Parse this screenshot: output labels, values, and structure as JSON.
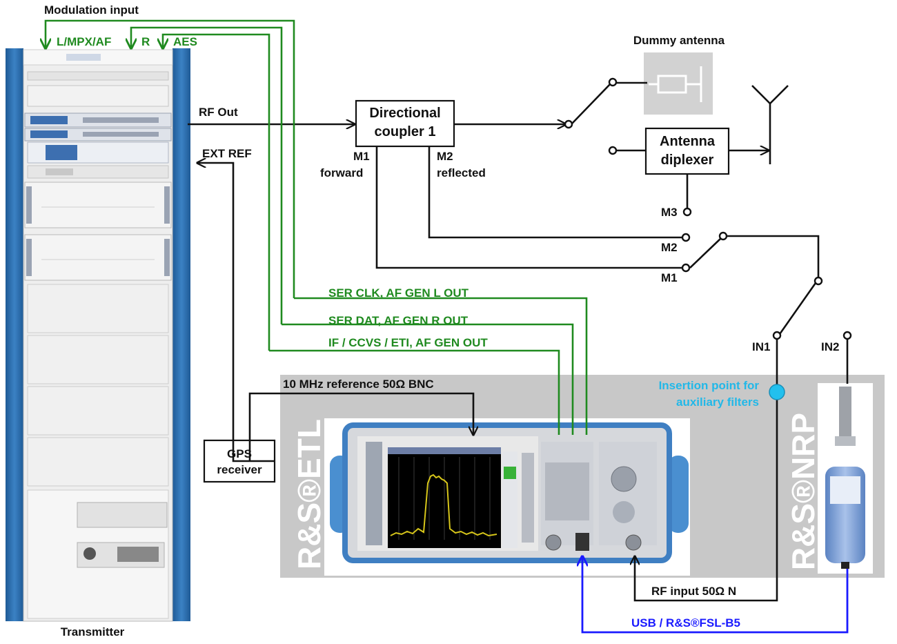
{
  "labels": {
    "modulation_input": "Modulation input",
    "l_mpx_af": "L/MPX/AF",
    "r": "R",
    "aes": "AES",
    "rf_out": "RF Out",
    "ext_ref": "EXT REF",
    "transmitter": "Transmitter",
    "gps_line1": "GPS",
    "gps_line2": "receiver",
    "coupler_line1": "Directional",
    "coupler_line2": "coupler 1",
    "m1": "M1",
    "forward": "forward",
    "m2": "M2",
    "reflected": "reflected",
    "dummy_antenna": "Dummy antenna",
    "diplexer_line1": "Antenna",
    "diplexer_line2": "diplexer",
    "m3": "M3",
    "switch_m2": "M2",
    "switch_m1": "M1",
    "in1": "IN1",
    "in2": "IN2",
    "ser_clk": "SER CLK, AF GEN L OUT",
    "ser_dat": "SER DAT, AF GEN R OUT",
    "if_ccvs": "IF / CCVS / ETI, AF GEN OUT",
    "ref_10mhz": "10 MHz reference 50Ω BNC",
    "insertion_line1": "Insertion point for",
    "insertion_line2": "auxiliary filters",
    "etl_brand": "R&S®ETL",
    "nrp_brand": "R&S®NRP",
    "rf_input": "RF input 50Ω N",
    "usb_link": "USB / R&S®FSL-B5"
  },
  "colors": {
    "signal_black": "#111111",
    "modulation_green": "#1f8a1f",
    "usb_blue": "#1a1aff",
    "insertion_cyan": "#22b8e8",
    "panel_gray": "#c8c8c8",
    "rack_blue": "#2e6fb0"
  }
}
